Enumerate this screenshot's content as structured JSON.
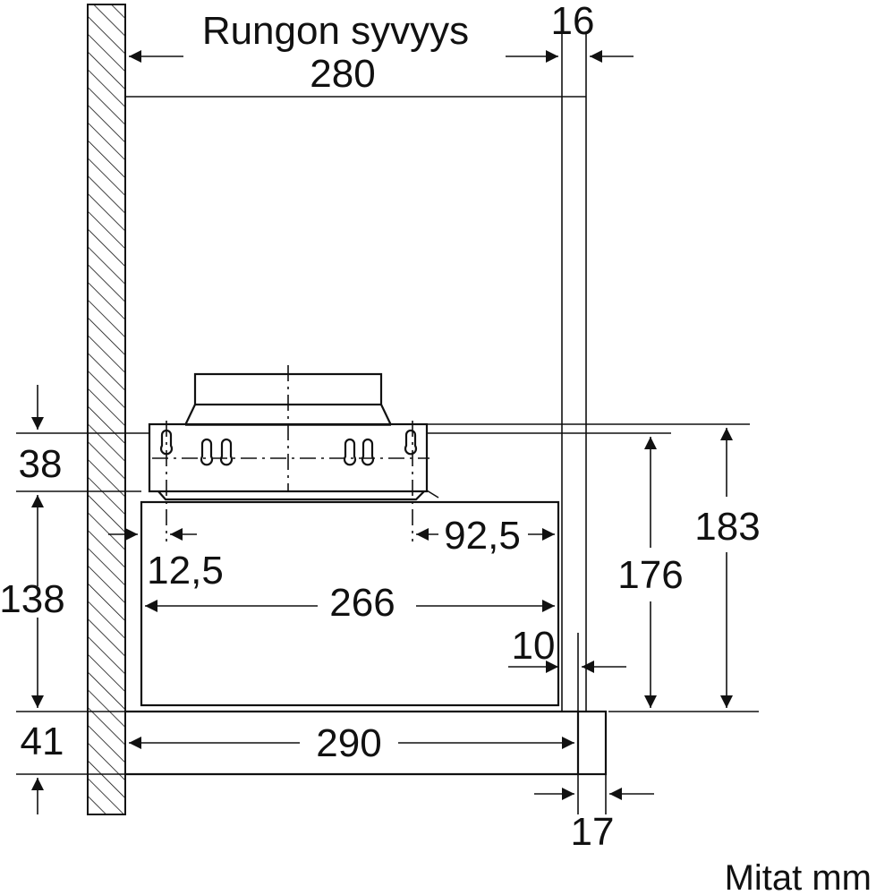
{
  "labels": {
    "depth_title": "Rungon syvyys",
    "depth_value": "280",
    "panel_thickness": "16",
    "top_height": "38",
    "mid_height": "138",
    "bottom_height": "41",
    "offset_left": "12,5",
    "offset_right": "92,5",
    "inner_width": "266",
    "gap": "10",
    "overall_width": "290",
    "front_thickness": "17",
    "height_176": "176",
    "height_183": "183",
    "units_note": "Mitat mm"
  }
}
